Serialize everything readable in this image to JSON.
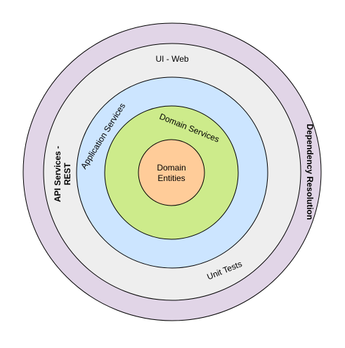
{
  "rings": {
    "dependency": {
      "label": "Dependency Resolution",
      "color": "#e1d5e7"
    },
    "ui": {
      "label": "UI - Web",
      "color": "#eeeeee"
    },
    "api": {
      "line1": "API Services -",
      "line2": "REST"
    },
    "unit_tests": {
      "label": "Unit Tests"
    },
    "application": {
      "label": "Application Services",
      "color": "#cce5ff"
    },
    "domain_services": {
      "label": "Domain Services",
      "color": "#cdeb8b"
    },
    "domain_entities": {
      "line1": "Domain",
      "line2": "Entities",
      "color": "#ffcc99"
    }
  },
  "stroke_color": "#000000"
}
